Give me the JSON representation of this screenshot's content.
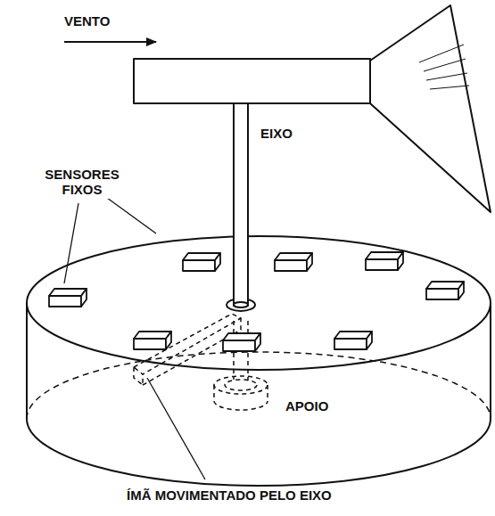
{
  "diagram": {
    "labels": [
      "VENTO",
      "SENSORES FIXOS",
      "EIXO",
      "APOIO",
      "ÍMÃ MOVIMENTADO PELO EIXO"
    ]
  }
}
